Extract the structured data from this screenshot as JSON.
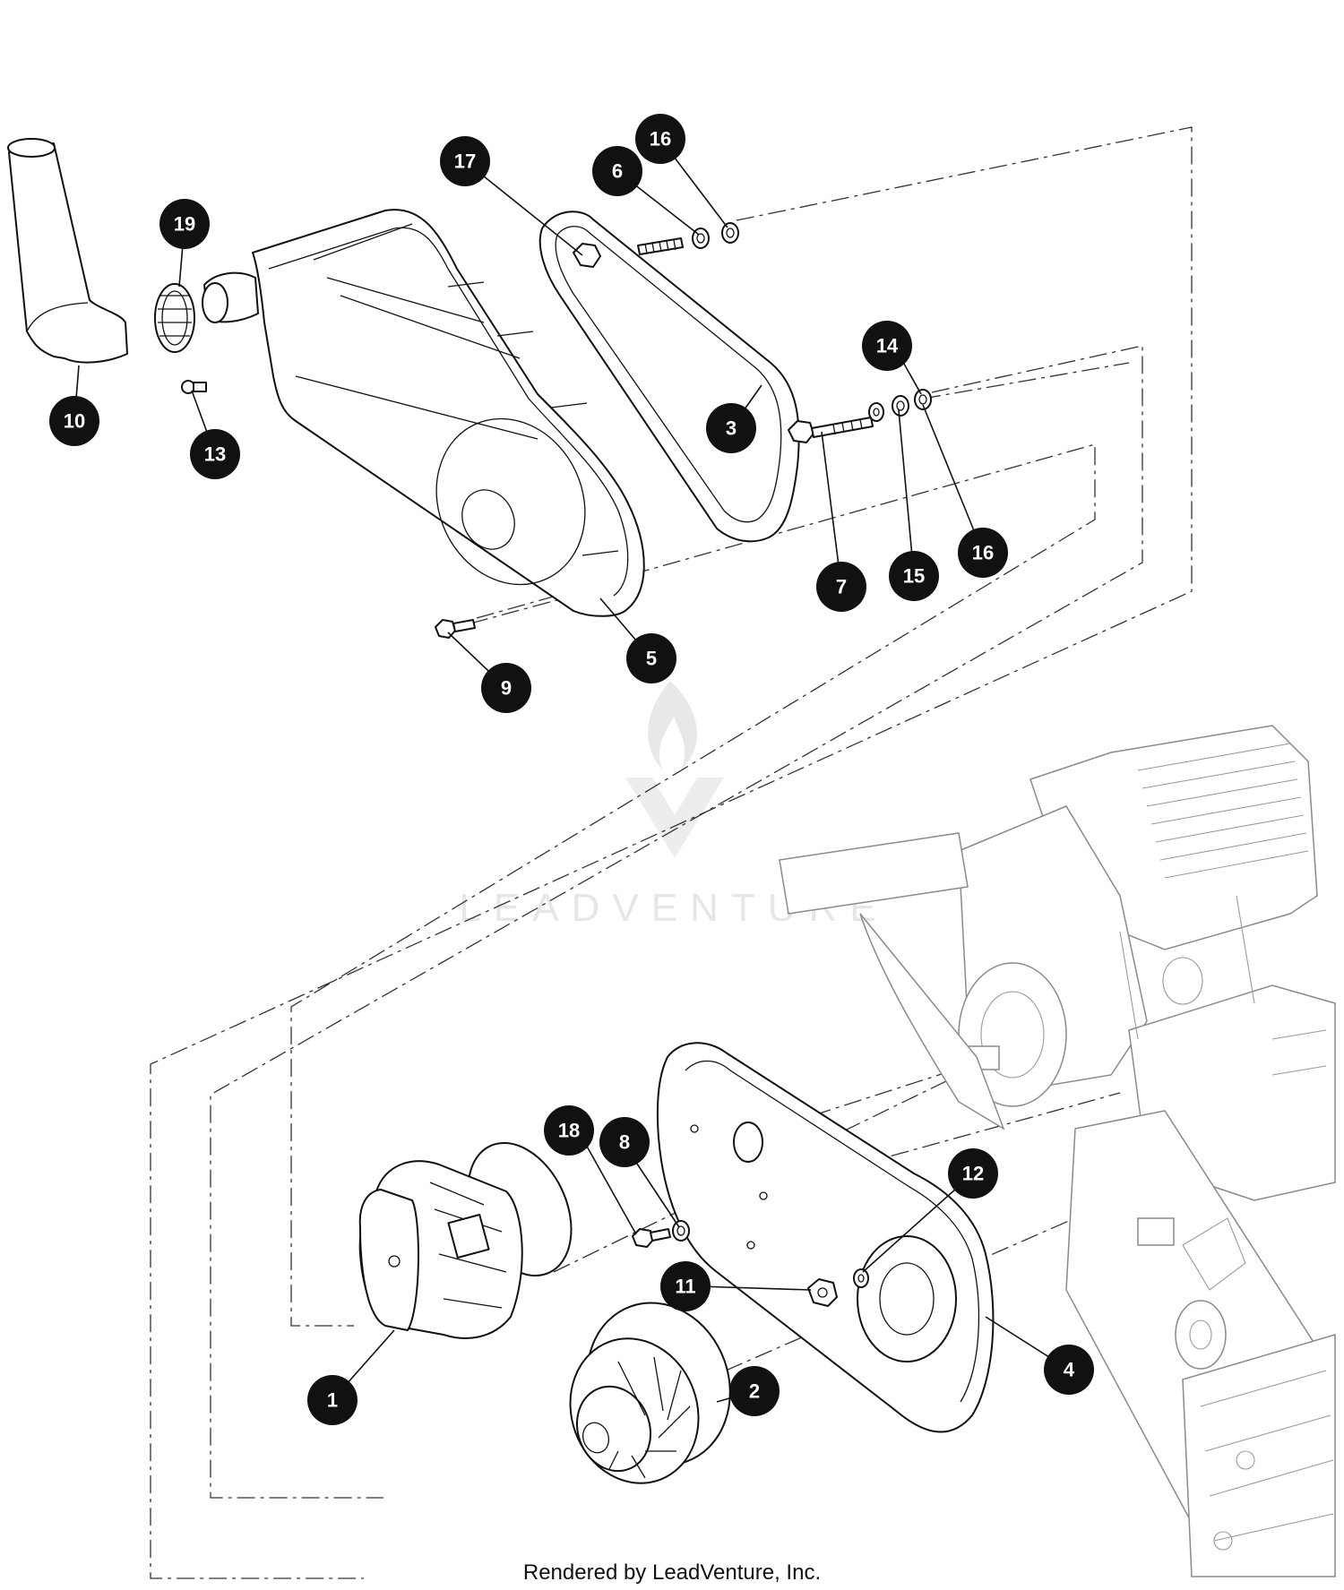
{
  "callouts": [
    "1",
    "2",
    "3",
    "4",
    "5",
    "6",
    "7",
    "8",
    "9",
    "10",
    "11",
    "12",
    "13",
    "14",
    "15",
    "16",
    "17",
    "18",
    "19"
  ],
  "watermark": "LEADVENTURE",
  "footer": "Rendered by LeadVenture, Inc.",
  "colors": {
    "line": "#111111",
    "engine": "#8a8a8a",
    "watermark": "#e4e4e4"
  }
}
